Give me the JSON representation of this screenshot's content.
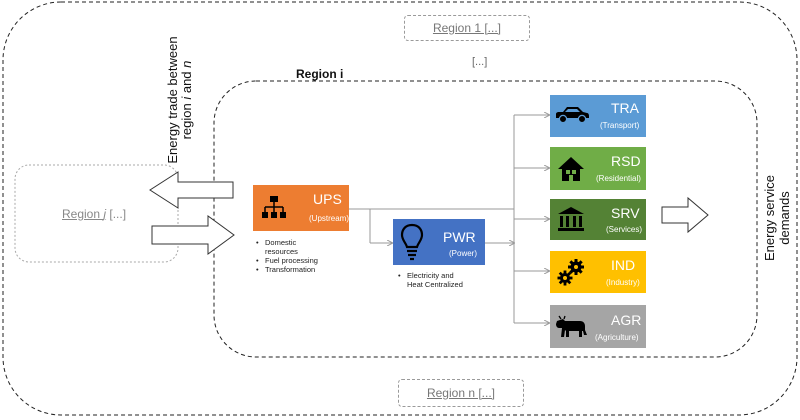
{
  "regions": {
    "region1": "Region 1 [...]",
    "region_i_title": "Region i",
    "ellipsis": "[...]",
    "region_n": "Region n [...]",
    "region_j_prefix": "Region ",
    "region_j_var": "j",
    "region_j_suffix": " [...]"
  },
  "trade_label": {
    "line1": "Energy trade between",
    "line2_prefix": "region ",
    "var_i": "i",
    "and": " and ",
    "var_n": "n"
  },
  "demand_label": {
    "line1": "Energy service",
    "line2": "demands"
  },
  "colors": {
    "ups": "#ED7D31",
    "pwr": "#4472C4",
    "tra": "#5B9BD5",
    "rsd": "#70AD47",
    "srv": "#548235",
    "ind": "#FFC000",
    "agr": "#A5A5A5"
  },
  "nodes": {
    "ups": {
      "code": "UPS",
      "sub": "(Upstream)",
      "icon": "hierarchy-icon"
    },
    "pwr": {
      "code": "PWR",
      "sub": "(Power)",
      "icon": "lightbulb-icon"
    },
    "tra": {
      "code": "TRA",
      "sub": "(Transport)",
      "icon": "car-icon"
    },
    "rsd": {
      "code": "RSD",
      "sub": "(Residential)",
      "icon": "house-icon"
    },
    "srv": {
      "code": "SRV",
      "sub": "(Services)",
      "icon": "bank-building-icon"
    },
    "ind": {
      "code": "IND",
      "sub": "(Industry)",
      "icon": "gears-icon"
    },
    "agr": {
      "code": "AGR",
      "sub": "(Agriculture)",
      "icon": "cow-icon"
    }
  },
  "ups_bullets": [
    "Domestic",
    "resources",
    "Fuel processing",
    "Transformation"
  ],
  "pwr_bullets": [
    "Electricity and",
    "Heat Centralized"
  ]
}
